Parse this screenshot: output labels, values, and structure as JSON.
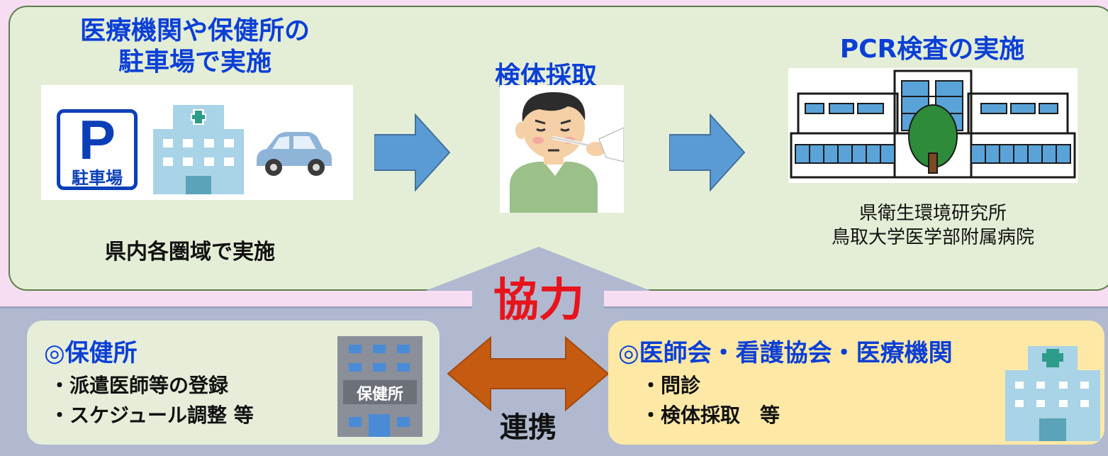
{
  "top": {
    "left_title_line1": "医療機関や保健所の",
    "left_title_line2": "駐車場で実施",
    "middle_title": "検体採取",
    "right_title": "PCR検査の実施",
    "left_caption": "県内各圏域で実施",
    "right_caption_line1": "県衛生環境研究所",
    "right_caption_line2": "鳥取大学医学部附属病院",
    "parking_letter": "P",
    "parking_text": "駐車場"
  },
  "center": {
    "cooperation": "協力",
    "collaboration": "連携"
  },
  "health_center": {
    "title": "◎保健所",
    "item1": "・派遣医師等の登録",
    "item2": "・スケジュール調整 等",
    "building_sign": "保健所"
  },
  "medical": {
    "title": "◎医師会・看護協会・医療機関",
    "item1": "・問診",
    "item2": "・検体採取　等"
  },
  "colors": {
    "title_blue": "#0b3fd6",
    "cooperation_red": "#e8141c",
    "flow_arrow_blue": "#5b9bd5",
    "link_arrow_orange": "#c55a11",
    "up_arrow_gray": "#b0b9cf"
  }
}
